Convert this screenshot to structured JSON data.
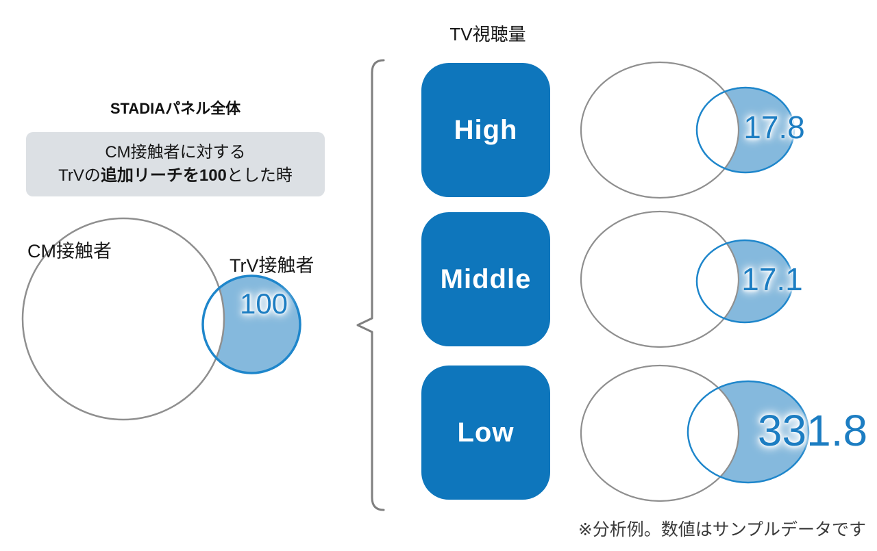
{
  "left_panel": {
    "title": "STADIAパネル全体",
    "note_box": {
      "line1": "CM接触者に対する",
      "line2_pre": "TrVの",
      "line2_bold": "追加リーチを100",
      "line2_post": "とした時"
    },
    "venn": {
      "large_circle_label": "CM接触者",
      "small_circle_label": "TrV接触者",
      "value": "100"
    }
  },
  "right_panel": {
    "title": "TV視聴量",
    "rows": [
      {
        "label": "High",
        "value": "17.8"
      },
      {
        "label": "Middle",
        "value": "17.1"
      },
      {
        "label": "Low",
        "value": "331.8"
      }
    ]
  },
  "footnote": "※分析例。数値はサンプルデータです",
  "colors": {
    "level_box_blue": "#0E76BC",
    "venn_fill_blue": "#85B9DD",
    "venn_stroke_blue": "#1E86CB",
    "value_text_blue": "#1C7DC2",
    "circle_stroke_gray": "#8F8F8F",
    "note_box_bg": "#DCE0E4"
  }
}
